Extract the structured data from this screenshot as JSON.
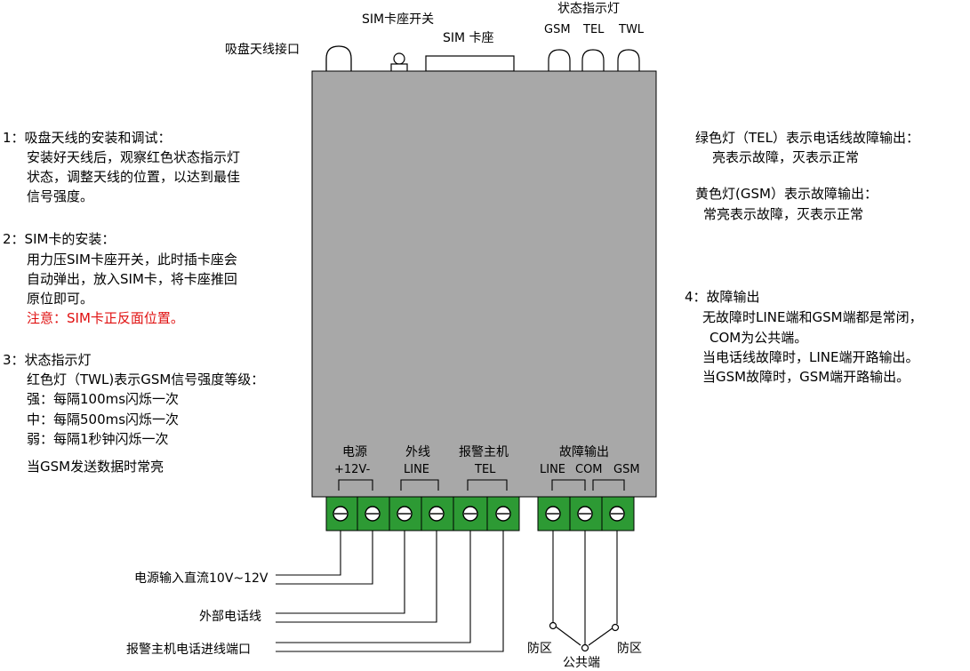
{
  "colors": {
    "device_body": "#a8a8a8",
    "terminal_green": "#2d9a34",
    "warning_red": "#e01010"
  },
  "top_labels": {
    "antenna_port": "吸盘天线接口",
    "sim_switch": "SIM卡座开关",
    "sim_slot": "SIM 卡座",
    "status_lights": "状态指示灯",
    "led_gsm": "GSM",
    "led_tel": "TEL",
    "led_twl": "TWL"
  },
  "left_notes": {
    "s1_title": "1：吸盘天线的安装和调试：",
    "s1_l1": "安装好天线后，观察红色状态指示灯",
    "s1_l2": "状态，调整天线的位置，以达到最佳",
    "s1_l3": "信号强度。",
    "s2_title": "2：SIM卡的安装：",
    "s2_l1": "用力压SIM卡座开关，此时插卡座会",
    "s2_l2": "自动弹出，放入SIM卡，将卡座推回",
    "s2_l3": "原位即可。",
    "s2_warn": "注意：SIM卡正反面位置。",
    "s3_title": "3：状态指示灯",
    "s3_l1": "红色灯（TWL)表示GSM信号强度等级：",
    "s3_l2": "强：每隔100ms闪烁一次",
    "s3_l3": "中：每隔500ms闪烁一次",
    "s3_l4": "弱：每隔1秒钟闪烁一次",
    "s3_l5": "当GSM发送数据时常亮"
  },
  "right_notes": {
    "green_title": "绿色灯（TEL）表示电话线故障输出：",
    "green_desc": "亮表示故障，灭表示正常",
    "yellow_title": "黄色灯(GSM）表示故障输出：",
    "yellow_desc": "常亮表示故障，灭表示正常",
    "s4_title": "4：故障输出",
    "s4_l1": "无故障时LINE端和GSM端都是常闭，",
    "s4_l2": "COM为公共端。",
    "s4_l3": "当电话线故障时，LINE端开路输出。",
    "s4_l4": "当GSM故障时，GSM端开路输出。"
  },
  "terminals": {
    "power": "电源",
    "power_sub": "+12V-",
    "line": "外线",
    "line_sub": "LINE",
    "alarm": "报警主机",
    "alarm_sub": "TEL",
    "fault": "故障输出",
    "fault_line": "LINE",
    "fault_com": "COM",
    "fault_gsm": "GSM"
  },
  "bottom_labels": {
    "power_input": "电源输入直流10V~12V",
    "external_line": "外部电话线",
    "alarm_port": "报警主机电话进线端口",
    "zone_left": "防区",
    "common": "公共端",
    "zone_right": "防区"
  }
}
